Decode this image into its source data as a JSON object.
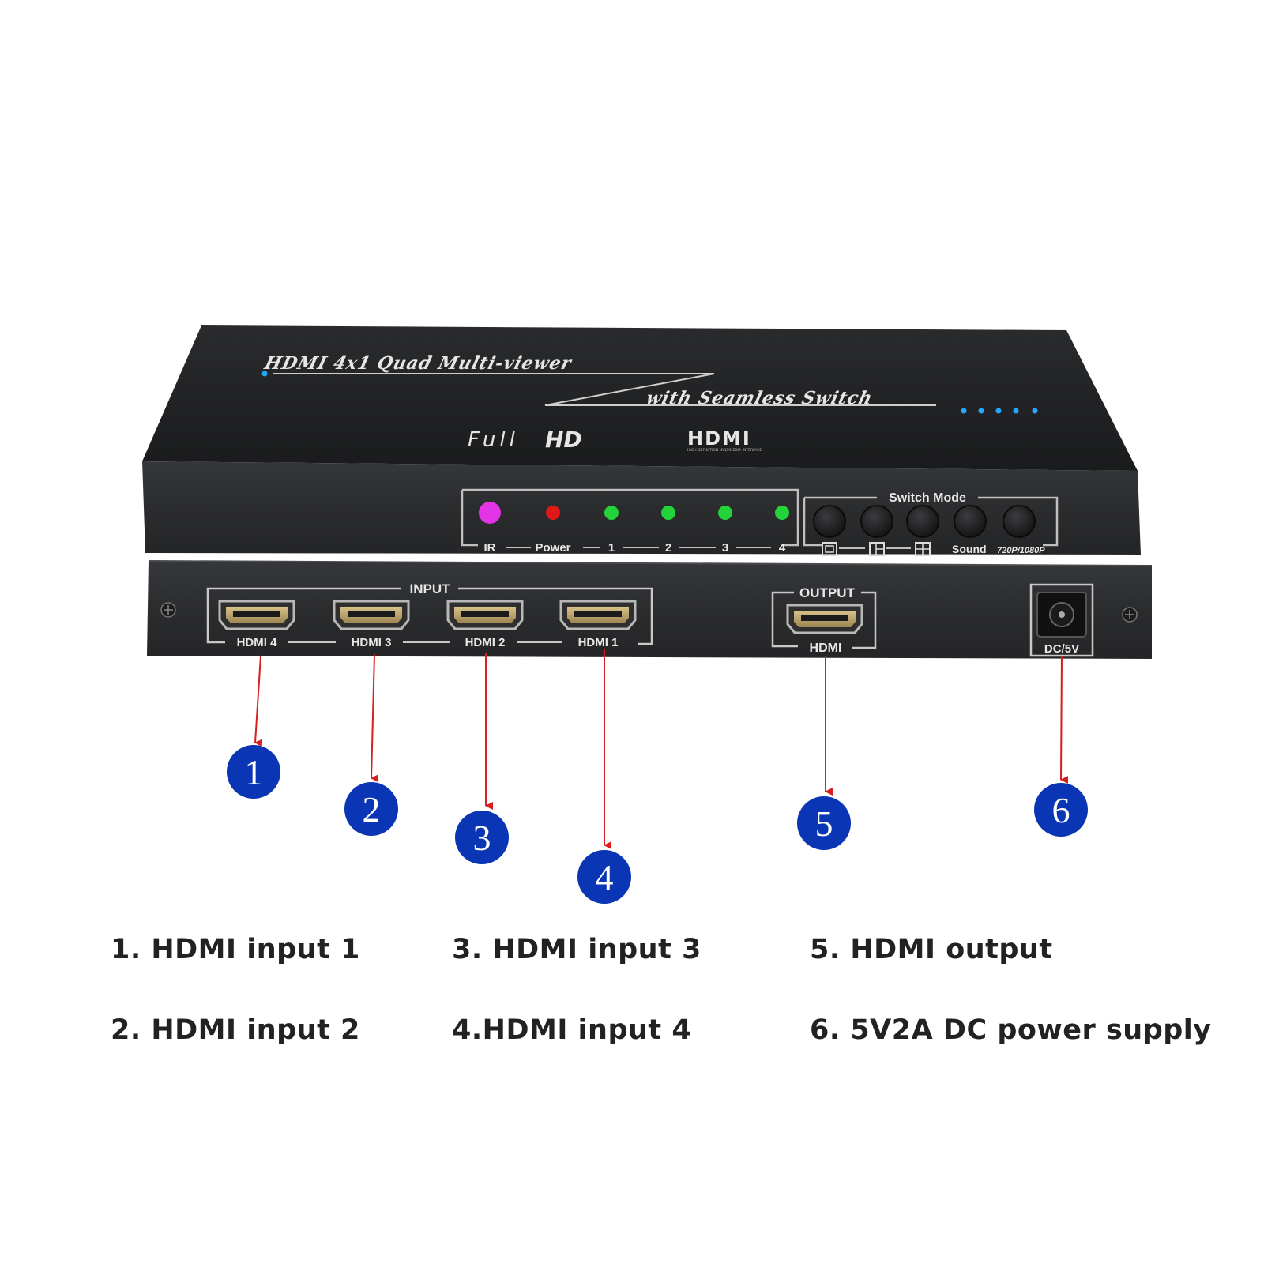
{
  "device": {
    "top_title": "HDMI 4x1 Quad Multi-viewer",
    "top_subtitle": "with Seamless Switch",
    "full_label": "Full",
    "hd_label": "HD",
    "hdmi_logo": "HDMI",
    "hdmi_logo_tagline": "HIGH-DEFINITION MULTIMEDIA INTERFACE"
  },
  "front_panel": {
    "indicators": [
      {
        "label": "IR",
        "color": "#e236e6"
      },
      {
        "label": "Power",
        "color": "#e01818"
      },
      {
        "label": "1",
        "color": "#22d33a"
      },
      {
        "label": "2",
        "color": "#22d33a"
      },
      {
        "label": "3",
        "color": "#22d33a"
      },
      {
        "label": "4",
        "color": "#22d33a"
      }
    ],
    "switch_mode_title": "Switch Mode",
    "buttons": [
      {
        "icon": "single-screen-icon"
      },
      {
        "icon": "split-screen-icon"
      },
      {
        "icon": "quad-screen-icon"
      },
      {
        "label": "Sound"
      },
      {
        "label": "720P/1080P"
      }
    ]
  },
  "rear_panel": {
    "input_title": "INPUT",
    "inputs": [
      "HDMI 4",
      "HDMI 3",
      "HDMI 2",
      "HDMI 1"
    ],
    "output_title": "OUTPUT",
    "output_label": "HDMI",
    "power_label": "DC/5V"
  },
  "badges": [
    "1",
    "2",
    "3",
    "4",
    "5",
    "6"
  ],
  "colors": {
    "badge": "#0a35b4",
    "arrow": "#d81e1e",
    "led_blue": "#27a6ff"
  },
  "captions": [
    "1. HDMI input 1",
    "2. HDMI input 2",
    "3. HDMI input 3",
    "4.HDMI input 4",
    "5. HDMI output",
    "6. 5V2A DC power supply"
  ]
}
